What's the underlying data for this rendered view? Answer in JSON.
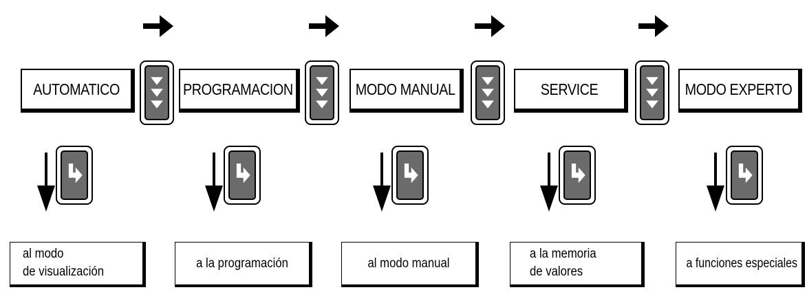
{
  "modes": [
    {
      "label": "AUTOMATICO",
      "description": [
        "al modo",
        "de visualización"
      ]
    },
    {
      "label": "PROGRAMACION",
      "description": [
        "a la programación"
      ]
    },
    {
      "label": "MODO MANUAL",
      "description": [
        "al modo manual"
      ]
    },
    {
      "label": "SERVICE",
      "description": [
        "a la memoria",
        "de valores"
      ]
    },
    {
      "label": "MODO EXPERTO",
      "description": [
        "a funciones especiales"
      ]
    }
  ],
  "icons": {
    "next_mode_arrow": "arrow-right-icon",
    "scroll_key": "scroll-down-key-icon",
    "enter_direction": "arrow-down-icon",
    "enter_key": "enter-key-icon"
  },
  "colors": {
    "key_fill": "#6b6b6b",
    "key_symbol": "#ffffff",
    "line": "#000000"
  }
}
